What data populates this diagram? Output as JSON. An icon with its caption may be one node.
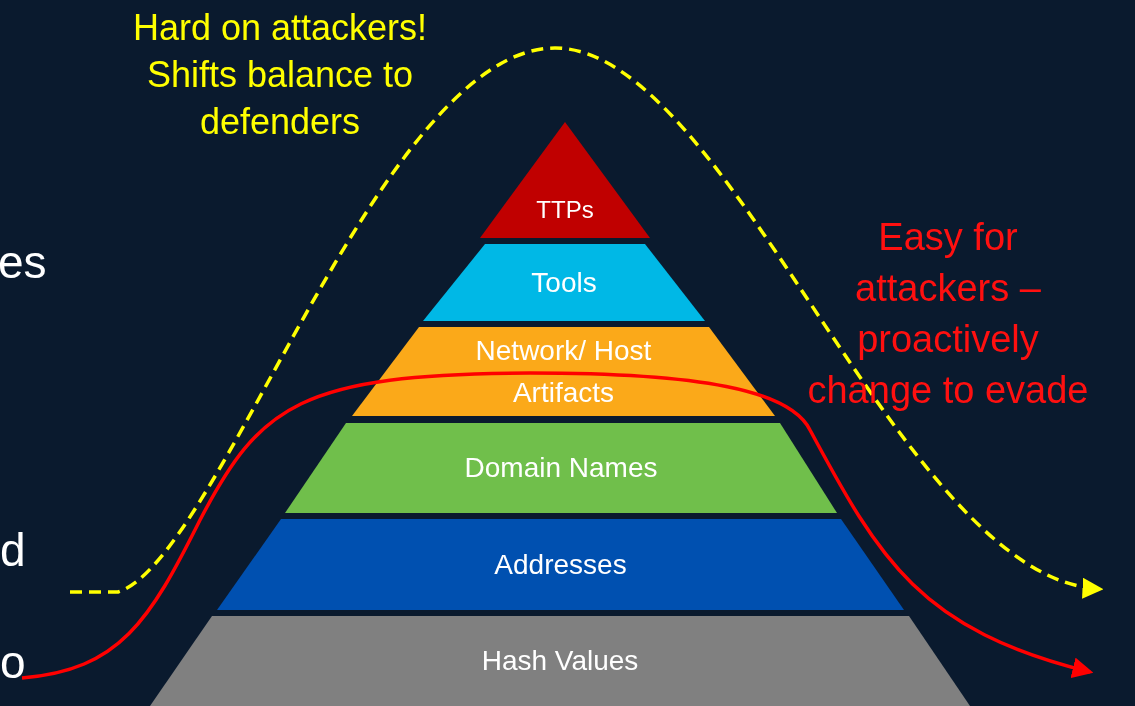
{
  "diagram": {
    "nodes": [
      {
        "text": [
          "TTPs"
        ]
      },
      {
        "text": [
          "Tools"
        ]
      },
      {
        "text": [
          "Network/ Host Artifacts"
        ]
      },
      {
        "text": [
          "Domain Names"
        ]
      },
      {
        "text": [
          "Addresses"
        ]
      },
      {
        "text": [
          "Hash Values"
        ]
      }
    ],
    "labels": [
      "Hard on attackers! Shifts balance to defenders",
      "Easy for attackers – proactively change to evade",
      "es",
      "d",
      "o"
    ]
  }
}
